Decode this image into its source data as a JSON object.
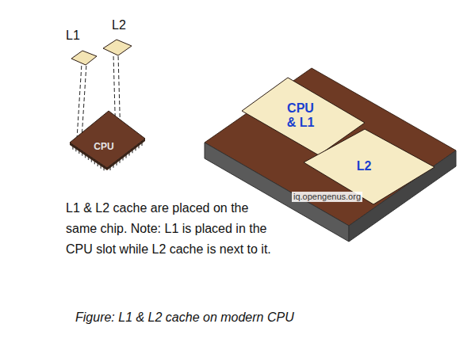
{
  "diagram": {
    "caption": "Figure: L1 & L2 cache on modern CPU",
    "nodes": [
      {
        "text": [
          "L1"
        ]
      },
      {
        "text": [
          "L2"
        ]
      },
      {
        "text": [
          "CPU"
        ]
      },
      {
        "text": [
          "CPU & L1"
        ]
      },
      {
        "text": [
          "L2"
        ]
      }
    ],
    "edges": [
      {
        "from": 0,
        "to": 2,
        "arrow": "to"
      },
      {
        "from": 1,
        "to": 2,
        "arrow": "to"
      }
    ],
    "labels": [
      "L1 & L2 cache are placed on the same chip. Note: L1 is placed in the CPU slot while L2 cache is next to it.",
      "iq.opengenus.org"
    ]
  }
}
